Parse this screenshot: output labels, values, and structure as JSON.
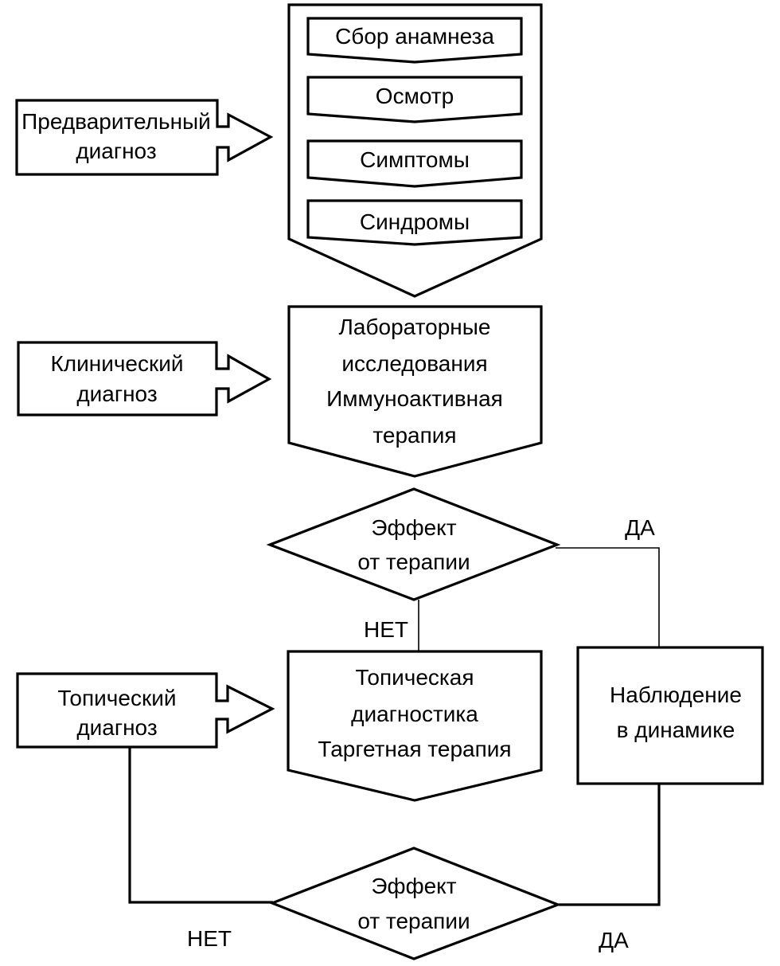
{
  "diagram": {
    "side_labels": {
      "preliminary": [
        "Предварительный",
        "диагноз"
      ],
      "clinical": [
        "Клинический",
        "диагноз"
      ],
      "topical": [
        "Топический",
        "диагноз"
      ]
    },
    "history_steps": [
      "Сбор анамнеза",
      "Осмотр",
      "Симптомы",
      "Синдромы"
    ],
    "lab_block": [
      "Лабораторные",
      "исследования",
      "Иммуноактивная",
      "терапия"
    ],
    "decision_1": [
      "Эффект",
      "от терапии"
    ],
    "decision_2": [
      "Эффект",
      "от терапии"
    ],
    "topical_block": [
      "Топическая",
      "диагностика",
      "Таргетная терапия"
    ],
    "observation_block": [
      "Наблюдение",
      "в динамике"
    ],
    "branch_labels": {
      "d1_yes": "ДА",
      "d1_no": "НЕТ",
      "d2_no": "НЕТ",
      "d2_yes": "ДА"
    }
  }
}
